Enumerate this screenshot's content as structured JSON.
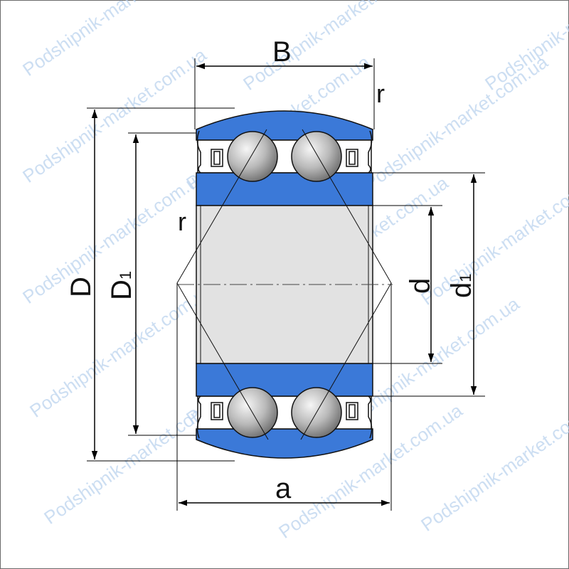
{
  "labels": {
    "B": "B",
    "r_top": "r",
    "r_left": "r",
    "D": "D",
    "D1_main": "D",
    "D1_sub": "1",
    "d": "d",
    "d1_main": "d",
    "d1_sub": "1",
    "a": "a"
  },
  "watermark": {
    "text": "Podshipnik-market.com.ua"
  },
  "colors": {
    "ring_blue": "#3b79d8",
    "bore_gray": "#e2e2e2",
    "ball_gray": "#b5b5b5",
    "outline": "#1a1a1a",
    "frame": "#6a6a6a",
    "watermark": "#bcd3ee"
  }
}
